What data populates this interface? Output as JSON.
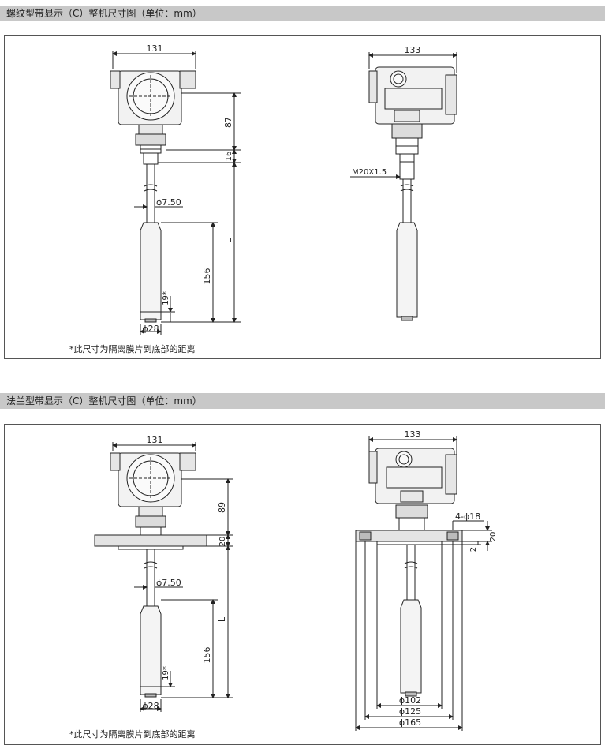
{
  "sections": [
    {
      "title": "螺纹型带显示（C）整机尺寸图（单位：mm）",
      "front": {
        "width": "131",
        "height_head": "87",
        "height_thread": "16",
        "total": "L",
        "cable_dia": "ϕ7.50",
        "probe_len": "156",
        "diaphragm": "19*",
        "probe_dia": "ϕ28"
      },
      "side": {
        "width": "133",
        "thread": "M20X1.5"
      },
      "note": "*此尺寸为隔离膜片到底部的距离"
    },
    {
      "title": "法兰型带显示（C）整机尺寸图（单位：mm）",
      "front": {
        "width": "131",
        "height_head": "89",
        "flange_thk": "20",
        "total": "L",
        "cable_dia": "ϕ7.50",
        "probe_len": "156",
        "diaphragm": "19*",
        "probe_dia": "ϕ28"
      },
      "side": {
        "width": "133",
        "holes": "4-ϕ18",
        "flange_thk": "20",
        "raised": "2",
        "d1": "ϕ102",
        "d2": "ϕ125",
        "d3": "ϕ165"
      },
      "note": "*此尺寸为隔离膜片到底部的距离"
    }
  ]
}
